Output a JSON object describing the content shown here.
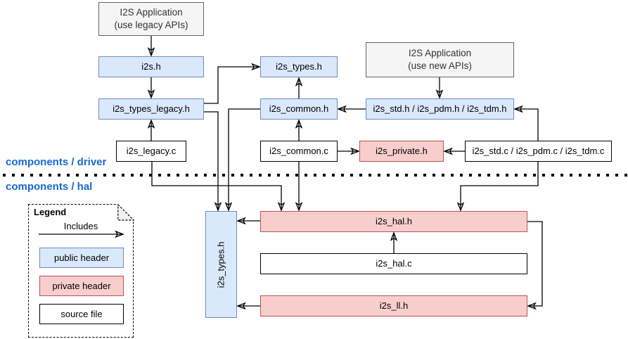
{
  "sections": {
    "driver_label": "components / driver",
    "hal_label": "components / hal"
  },
  "colors": {
    "public_header_fill": "#dae8fc",
    "public_header_border": "#6c8ebf",
    "private_header_fill": "#f8cecc",
    "private_header_border": "#b85450",
    "source_file_fill": "#ffffff",
    "source_file_border": "#000000",
    "application_fill": "#f5f5f5",
    "application_border": "#666666",
    "section_label_color": "#1868d3",
    "connector_color": "#000000"
  },
  "nodes": {
    "app_legacy": {
      "line1": "I2S Application",
      "line2": "(use legacy APIs)",
      "type": "application"
    },
    "i2s_h": {
      "label": "i2s.h",
      "type": "public header"
    },
    "i2s_types_legacy_h": {
      "label": "i2s_types_legacy.h",
      "type": "public header"
    },
    "i2s_legacy_c": {
      "label": "i2s_legacy.c",
      "type": "source file"
    },
    "i2s_types_h_driver": {
      "label": "i2s_types.h",
      "type": "public header"
    },
    "i2s_common_h": {
      "label": "i2s_common.h",
      "type": "public header"
    },
    "i2s_common_c": {
      "label": "i2s_common.c",
      "type": "source file"
    },
    "app_new": {
      "line1": "I2S Application",
      "line2": "(use new APIs)",
      "type": "application"
    },
    "i2s_std_h": {
      "label": "i2s_std.h / i2s_pdm.h / i2s_tdm.h",
      "type": "public header"
    },
    "i2s_private_h": {
      "label": "i2s_private.h",
      "type": "private header"
    },
    "i2s_std_c": {
      "label": "i2s_std.c / i2s_pdm.c / i2s_tdm.c",
      "type": "source file"
    },
    "i2s_types_h_hal": {
      "label": "i2s_types.h",
      "type": "public header"
    },
    "i2s_hal_h": {
      "label": "i2s_hal.h",
      "type": "private header"
    },
    "i2s_hal_c": {
      "label": "i2s_hal.c",
      "type": "source file"
    },
    "i2s_ll_h": {
      "label": "i2s_ll.h",
      "type": "private header"
    }
  },
  "edges": [
    {
      "from": "app_legacy",
      "to": "i2s_h"
    },
    {
      "from": "i2s_h",
      "to": "i2s_types_legacy_h"
    },
    {
      "from": "i2s_legacy_c",
      "to": "i2s_types_legacy_h"
    },
    {
      "from": "i2s_types_legacy_h",
      "to": "i2s_types_h_driver"
    },
    {
      "from": "i2s_types_legacy_h",
      "to": "i2s_types_h_hal"
    },
    {
      "from": "i2s_common_h",
      "to": "i2s_types_h_driver"
    },
    {
      "from": "i2s_common_h",
      "to": "i2s_types_h_hal"
    },
    {
      "from": "i2s_common_c",
      "to": "i2s_common_h"
    },
    {
      "from": "i2s_common_c",
      "to": "i2s_private_h"
    },
    {
      "from": "i2s_common_c",
      "to": "i2s_hal_h"
    },
    {
      "from": "app_new",
      "to": "i2s_std_h"
    },
    {
      "from": "i2s_std_h",
      "to": "i2s_common_h"
    },
    {
      "from": "i2s_std_c",
      "to": "i2s_std_h"
    },
    {
      "from": "i2s_std_c",
      "to": "i2s_private_h"
    },
    {
      "from": "i2s_std_c",
      "to": "i2s_hal_h"
    },
    {
      "from": "i2s_legacy_c",
      "to": "i2s_hal_h"
    },
    {
      "from": "i2s_hal_h",
      "to": "i2s_types_h_hal"
    },
    {
      "from": "i2s_hal_h",
      "to": "i2s_ll_h"
    },
    {
      "from": "i2s_hal_c",
      "to": "i2s_hal_h"
    },
    {
      "from": "i2s_ll_h",
      "to": "i2s_types_h_hal"
    }
  ],
  "legend": {
    "title": "Legend",
    "arrow_label": "Includes",
    "items": [
      {
        "label": "public header"
      },
      {
        "label": "private header"
      },
      {
        "label": "source file"
      }
    ]
  }
}
